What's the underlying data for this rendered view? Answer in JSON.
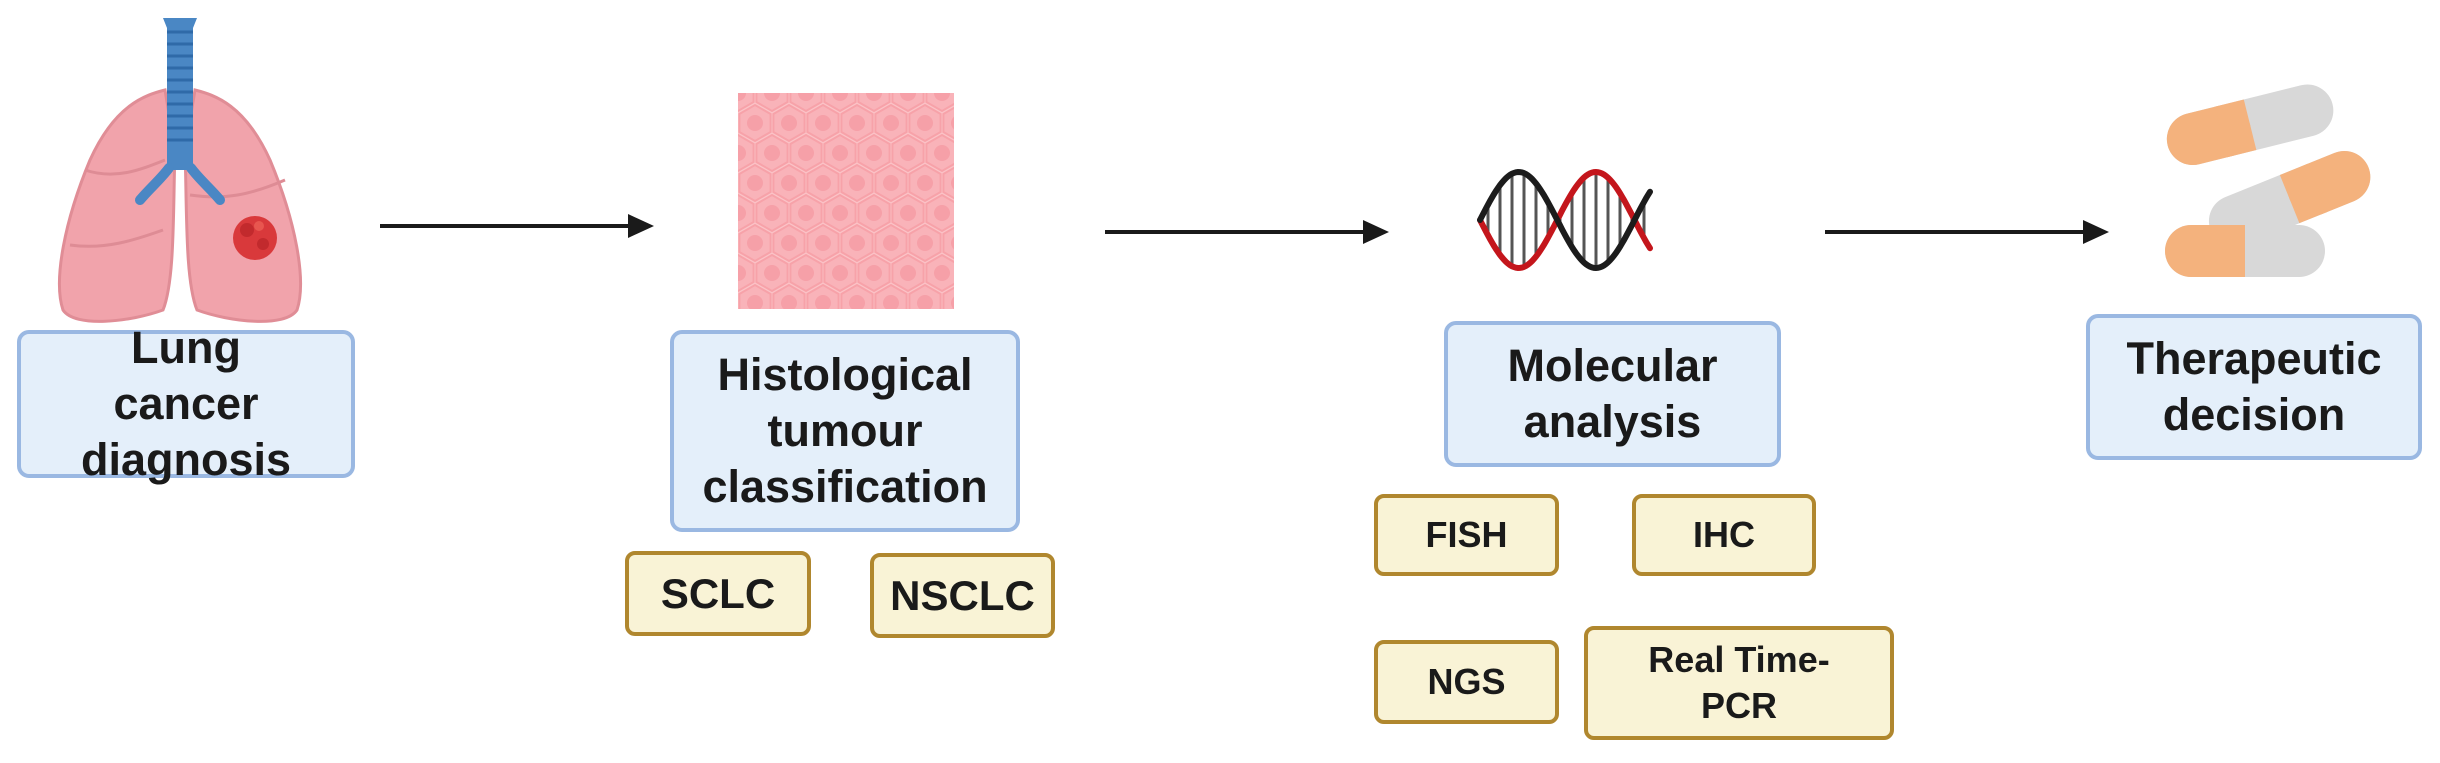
{
  "stages": {
    "diagnosis": "Lung cancer diagnosis",
    "histology": "Histological tumour classification",
    "molecular": "Molecular analysis",
    "therapy": "Therapeutic decision"
  },
  "histology_types": [
    "SCLC",
    "NSCLC"
  ],
  "molecular_methods": [
    "FISH",
    "IHC",
    "NGS",
    "Real Time-PCR"
  ],
  "icons": [
    "lungs-icon",
    "tissue-cells-icon",
    "dna-icon",
    "pills-icon"
  ],
  "colors": {
    "stage_fill": "#e4effa",
    "stage_border": "#9ab8e2",
    "method_fill": "#f9f3d6",
    "method_border": "#b0872e",
    "arrow": "#1a1a1a"
  }
}
